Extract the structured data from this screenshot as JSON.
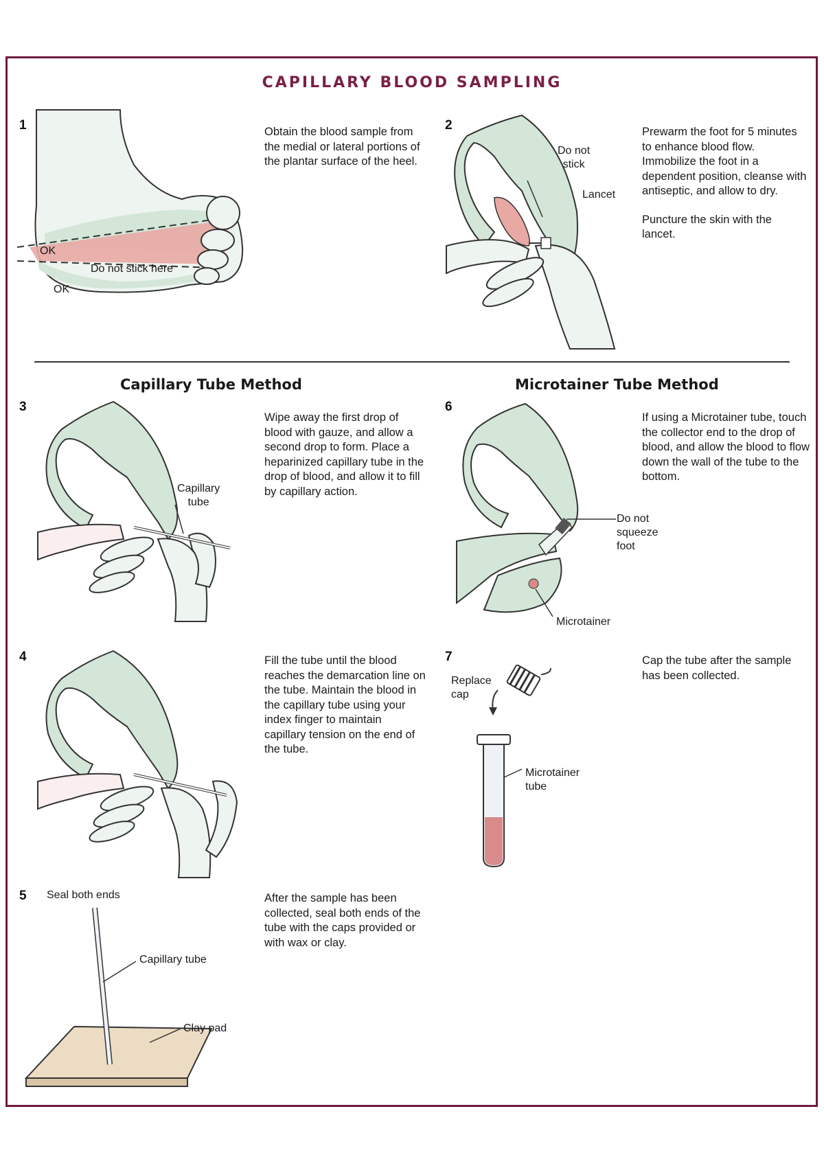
{
  "title": "CAPILLARY BLOOD SAMPLING",
  "colors": {
    "border": "#6d1a3c",
    "title": "#7a1f45",
    "skin_green": "#d3e6d8",
    "zone_red": "#e8a8a4",
    "pad_tan": "#ecdcc4",
    "blood": "#d98a8a"
  },
  "sections": {
    "capillary": "Capillary Tube Method",
    "microtainer": "Microtainer Tube Method"
  },
  "steps": [
    {
      "num": "1",
      "text": "Obtain the blood sample from the medial or lateral portions of the plantar surface of the heel.",
      "labels": {
        "ok_top": "OK",
        "no_stick": "Do not stick here",
        "ok_bottom": "OK"
      }
    },
    {
      "num": "2",
      "text": "Prewarm the foot for 5 minutes to enhance blood flow. Immobilize the foot in a dependent position, cleanse with antiseptic, and allow to dry.",
      "text2": "Puncture the skin with the lancet.",
      "labels": {
        "do_not_stick": "Do not\nstick",
        "lancet": "Lancet"
      }
    },
    {
      "num": "3",
      "text": "Wipe away the first drop of blood with gauze, and allow a second drop to form. Place a heparinized capillary tube in the drop of blood, and allow it to fill by capillary action.",
      "labels": {
        "capillary_tube": "Capillary\ntube"
      }
    },
    {
      "num": "4",
      "text": "Fill the tube until the blood reaches the demarcation line on the tube. Maintain the blood in the capillary tube using your index finger to maintain capillary tension on the end of the tube."
    },
    {
      "num": "5",
      "text": "After the sample has been collected, seal both ends of the tube with the caps provided or with wax or clay.",
      "labels": {
        "seal": "Seal both ends",
        "capillary_tube": "Capillary tube",
        "clay_pad": "Clay pad"
      }
    },
    {
      "num": "6",
      "text": "If using a Microtainer tube, touch the collector end to the drop of blood, and allow the blood to flow down the wall of the tube to the bottom.",
      "labels": {
        "do_not_squeeze": "Do not\nsqueeze\nfoot",
        "microtainer": "Microtainer"
      }
    },
    {
      "num": "7",
      "text": "Cap the tube after the sample has been collected.",
      "labels": {
        "replace_cap": "Replace\ncap",
        "microtainer_tube": "Microtainer\ntube"
      }
    }
  ]
}
